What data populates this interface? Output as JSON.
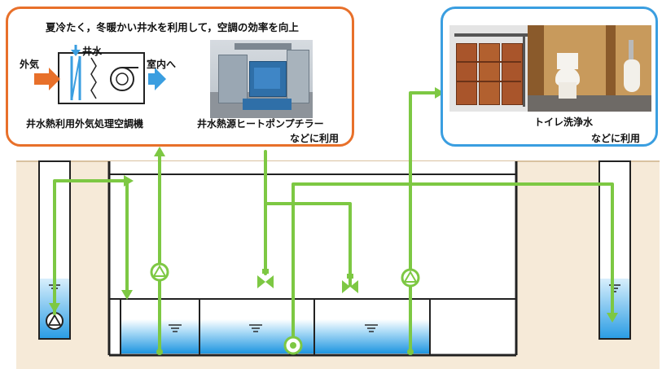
{
  "left_callout": {
    "headline": "夏冷たく，冬暖かい井水を利用して，空調の効率を向上",
    "outside_air_label": "外気",
    "well_water_label": "井水",
    "to_indoor_label": "室内へ",
    "ahu_caption": "井水熱利用外気処理空調機",
    "heatpump_caption": "井水熱源ヒートポンプチラー",
    "usage_note": "などに利用",
    "colors": {
      "border": "#e8702a"
    }
  },
  "right_callout": {
    "toilet_caption": "トイレ洗浄水",
    "usage_note": "などに利用",
    "colors": {
      "border": "#3a9ee0"
    }
  },
  "underground": {
    "tank_compartments": 4,
    "colors": {
      "pipe": "#7dc843",
      "water": "#2b9de4",
      "soil": "#f6ead8",
      "structure": "#222222"
    },
    "icons": [
      "pump-icon",
      "valve-icon",
      "water-level-icon"
    ]
  }
}
